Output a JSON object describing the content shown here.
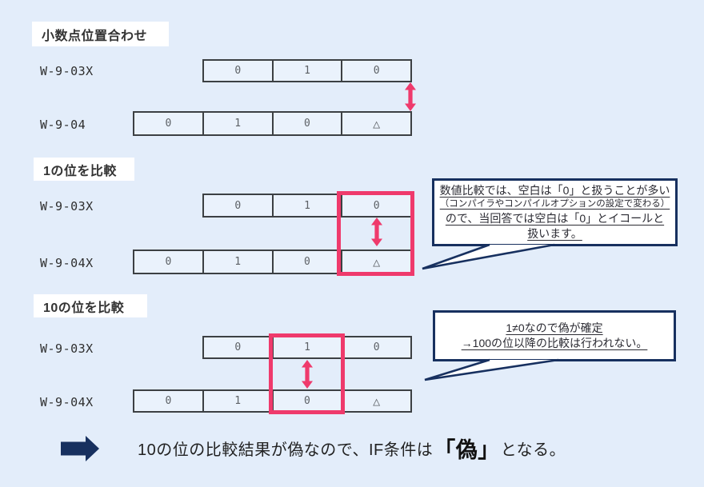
{
  "colors": {
    "background": "#e3edfa",
    "accent_pink": "#ef3a6c",
    "navy": "#17305f",
    "cell_fill": "#eaf2fc",
    "cell_border": "#3c4043"
  },
  "sections": [
    {
      "label": "小数点位置合わせ",
      "rows": [
        {
          "name": "W-9-03X",
          "cells": [
            "0",
            "1",
            "0"
          ]
        },
        {
          "name": "W-9-04",
          "cells": [
            "0",
            "1",
            "0",
            "△"
          ]
        }
      ]
    },
    {
      "label": "1の位を比較",
      "rows": [
        {
          "name": "W-9-03X",
          "cells": [
            "0",
            "1",
            "0"
          ]
        },
        {
          "name": "W-9-04X",
          "cells": [
            "0",
            "1",
            "0",
            "△"
          ]
        }
      ]
    },
    {
      "label": "10の位を比較",
      "rows": [
        {
          "name": "W-9-03X",
          "cells": [
            "0",
            "1",
            "0"
          ]
        },
        {
          "name": "W-9-04X",
          "cells": [
            "0",
            "1",
            "0",
            "△"
          ]
        }
      ]
    }
  ],
  "callouts": {
    "blank_note": {
      "lines": [
        "数値比較では、空白は「0」と扱うことが多い",
        "（コンパイラやコンパイルオプションの設定で変わる）",
        "ので、当回答では空白は「0」とイコールと",
        "扱います。"
      ]
    },
    "false_note": {
      "lines": [
        "1≠0なので偽が確定",
        "→100の位以降の比較は行われない。"
      ]
    }
  },
  "conclusion": {
    "prefix": "10の位の比較結果が偽なので、IF条件は",
    "emphasis": "「偽」",
    "suffix": "となる。"
  }
}
